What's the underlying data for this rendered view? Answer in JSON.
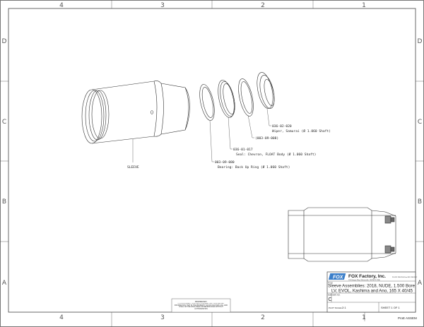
{
  "frame": {
    "columns": [
      "4",
      "3",
      "2",
      "1"
    ],
    "rows": [
      "D",
      "C",
      "B",
      "A"
    ]
  },
  "callouts": {
    "sleeve": "SLEEVE",
    "wiper_pn": "036-02-020",
    "wiper_desc": "Wiper, Samurai (Ø 1.060 Shaft)",
    "ring_pn": "(003-09-008)",
    "seal_pn": "036-01-017",
    "seal_desc": "Seal: Chevron, FLOAT Body (Ø 1.060 Shaft)",
    "bearing_pn": "003-09-080",
    "bearing_desc": "Bearing: Back Up Ring (Ø 1.060 Shaft)"
  },
  "title_block": {
    "logo": "FOX",
    "company": "FOX Factory, Inc.",
    "address": "130 Hangar Way, Watsonville, CA 95076 USA",
    "phone": "Ph 831-768-1100  Fax 831-768-9312",
    "title_label": "TITLE",
    "title_line1": "Sleeve Assemblies: 2018, NUDE, 1.500 Bore",
    "title_line2": "LV, EVOL, Kashima and Ano, 165 X 40/45",
    "size_label": "SIZE  DWG NO.",
    "size": "C",
    "plot_scale_label": "PLOT SCALE",
    "plot_scale": "2:1",
    "sheet": "SHEET  1 OF 1",
    "footer": "ProE ASSEM"
  },
  "notice": {
    "title": "PROPRIETARY",
    "body": "THIS DOCUMENT CONTAINS CONFIDENTIAL, PROPRIETARY INFORMATION THAT IS THE PROPERTY OF FOX FACTORY, INC. AND SHALL NOT BE DISCLOSED OR REPRODUCED WITHOUT AUTHORIZATION"
  }
}
